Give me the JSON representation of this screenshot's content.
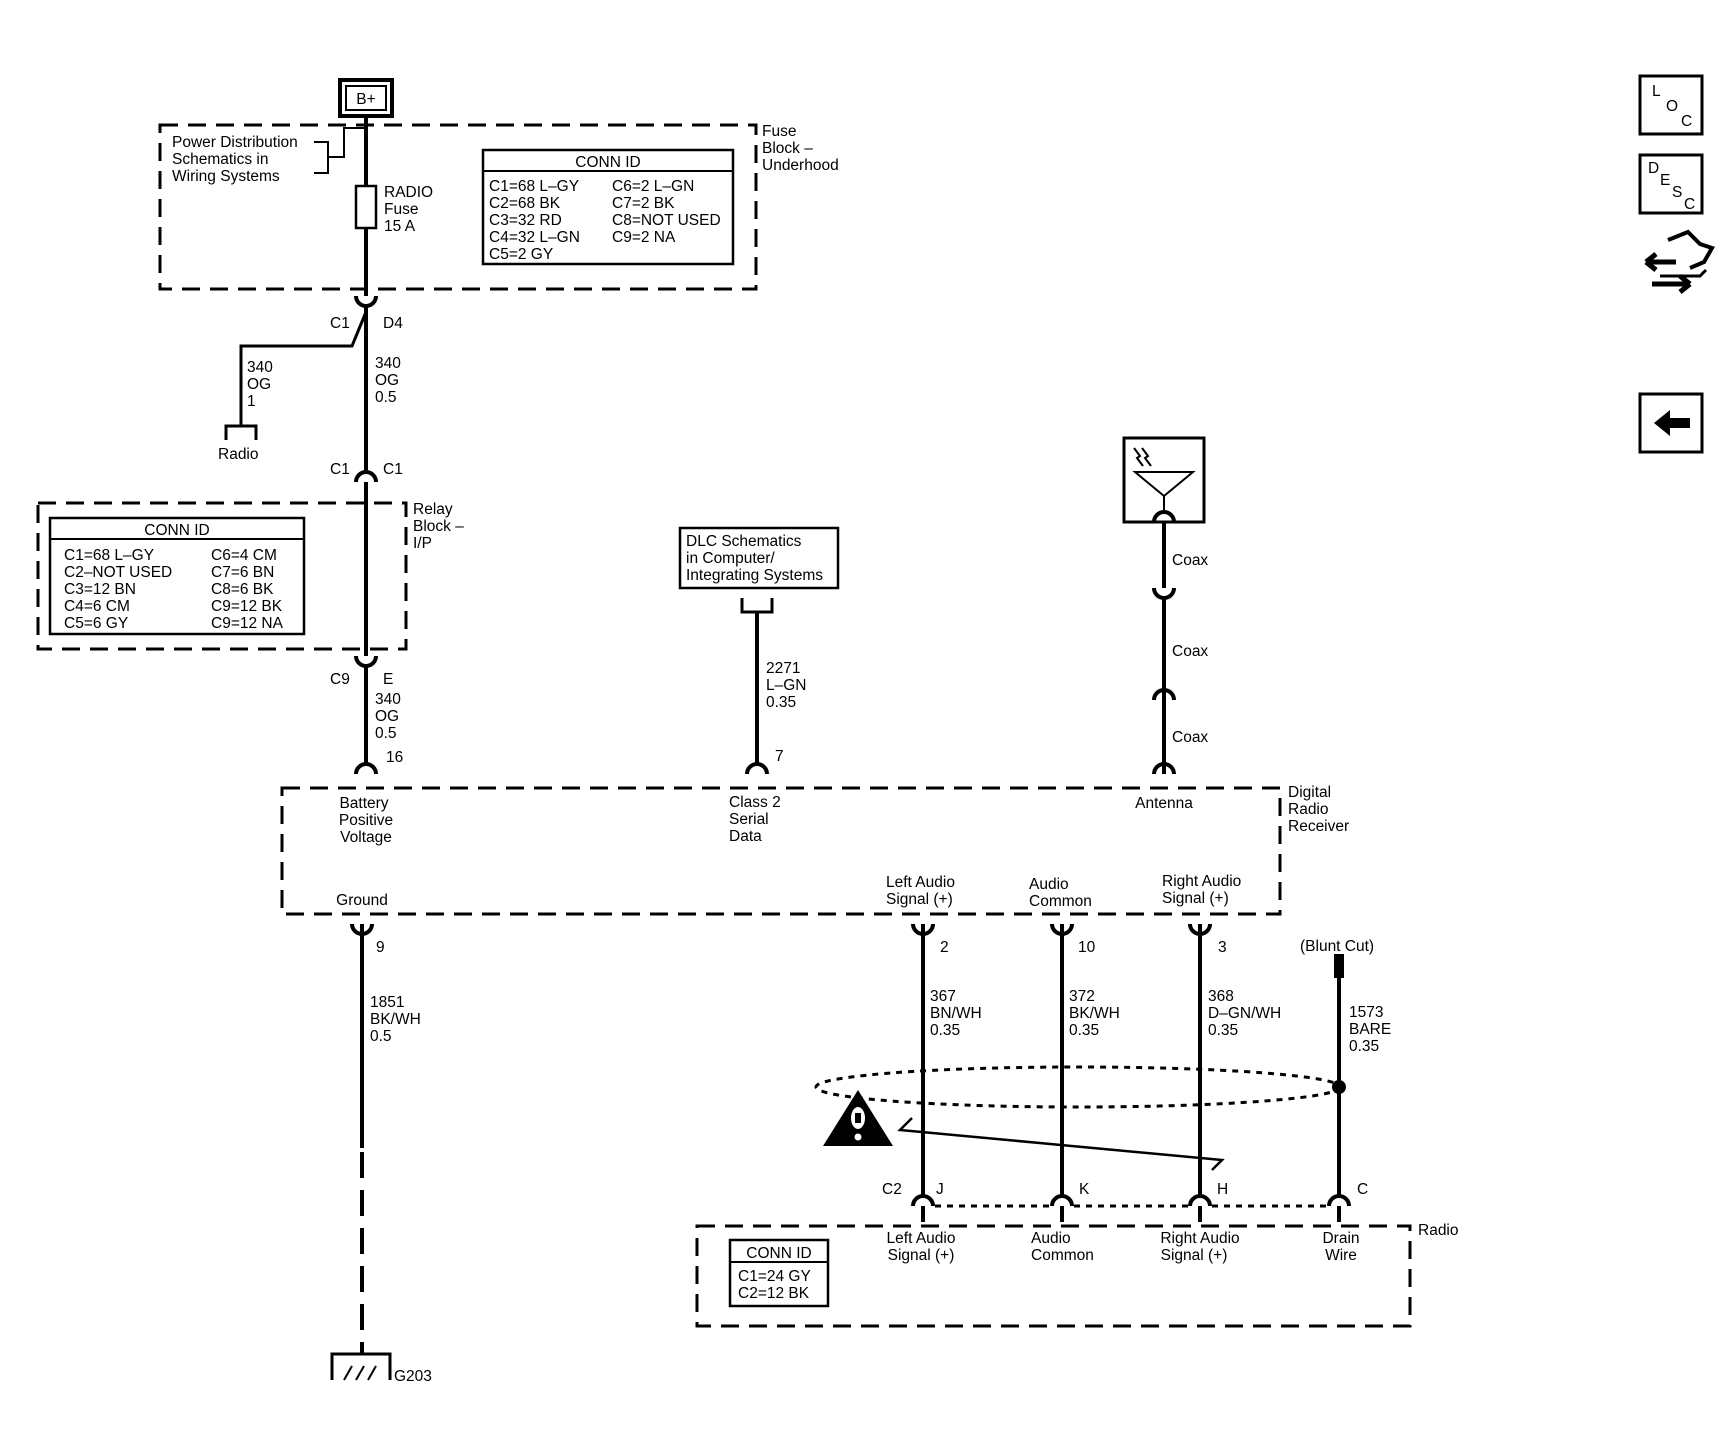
{
  "power_source": "B+",
  "fuse_block": {
    "label": [
      "Fuse",
      "Block –",
      "Underhood"
    ],
    "power_dist_ref": [
      "Power Distribution",
      "Schematics in",
      "Wiring Systems"
    ],
    "fuse": [
      "RADIO",
      "Fuse",
      "15 A"
    ],
    "conn_id_title": "CONN ID",
    "conn_id_left": [
      "C1=68 L–GY",
      "C2=68 BK",
      "C3=32 RD",
      "C4=32 L–GN",
      "C5=2 GY"
    ],
    "conn_id_right": [
      "C6=2 L–GN",
      "C7=2 BK",
      "C8=NOT USED",
      "C9=2 NA"
    ]
  },
  "connector_c1_d4": {
    "left": "C1",
    "right": "D4"
  },
  "wire_radio_branch": [
    "340",
    "OG",
    "1"
  ],
  "radio_branch_label": "Radio",
  "wire_main_top": [
    "340",
    "OG",
    "0.5"
  ],
  "connector_relay_top": {
    "left": "C1",
    "right": "C1"
  },
  "relay_block": {
    "label": [
      "Relay",
      "Block –",
      "I/P"
    ],
    "conn_id_title": "CONN ID",
    "conn_id_left": [
      "C1=68 L–GY",
      "C2–NOT USED",
      "C3=12 BN",
      "C4=6 CM",
      "C5=6 GY"
    ],
    "conn_id_right": [
      "C6=4 CM",
      "C7=6 BN",
      "C8=6 BK",
      "C9=12 BK",
      "C9=12 NA"
    ]
  },
  "connector_relay_bottom": {
    "left": "C9",
    "right": "E"
  },
  "wire_main_bottom": [
    "340",
    "OG",
    "0.5"
  ],
  "pin_battery": "16",
  "dlc_ref": [
    "DLC Schematics",
    "in Computer/",
    "Integrating Systems"
  ],
  "wire_dlc": [
    "2271",
    "L–GN",
    "0.35"
  ],
  "pin_class2": "7",
  "coax_labels": [
    "Coax",
    "Coax",
    "Coax"
  ],
  "digital_radio_receiver": {
    "label": [
      "Digital",
      "Radio",
      "Receiver"
    ],
    "battery_terminal": [
      "Battery",
      "Positive",
      "Voltage"
    ],
    "class2_terminal": [
      "Class 2",
      "Serial",
      "Data"
    ],
    "antenna_terminal": "Antenna",
    "ground_terminal": "Ground",
    "left_audio": [
      "Left Audio",
      "Signal (+)"
    ],
    "audio_common": [
      "Audio",
      "Common"
    ],
    "right_audio": [
      "Right Audio",
      "Signal (+)"
    ]
  },
  "pins_receiver_bottom": {
    "ground": "9",
    "left": "2",
    "common": "10",
    "right": "3"
  },
  "wire_ground": [
    "1851",
    "BK/WH",
    "0.5"
  ],
  "wire_left": [
    "367",
    "BN/WH",
    "0.35"
  ],
  "wire_common": [
    "372",
    "BK/WH",
    "0.35"
  ],
  "wire_right": [
    "368",
    "D–GN/WH",
    "0.35"
  ],
  "blunt_cut": "(Blunt Cut)",
  "wire_drain": [
    "1573",
    "BARE",
    "0.35"
  ],
  "radio_connector_letters": {
    "conn": "C2",
    "left": "J",
    "common": "K",
    "right": "H",
    "drain": "C"
  },
  "radio": {
    "label": "Radio",
    "conn_id_title": "CONN ID",
    "conn_id": [
      "C1=24 GY",
      "C2=12 BK"
    ],
    "left_audio": [
      "Left Audio",
      "Signal (+)"
    ],
    "audio_common": [
      "Audio",
      "Common"
    ],
    "right_audio": [
      "Right Audio",
      "Signal (+)"
    ],
    "drain": [
      "Drain",
      "Wire"
    ]
  },
  "ground_id": "G203",
  "nav": {
    "loc": [
      "L",
      "O",
      "C"
    ],
    "desc": [
      "D",
      "E",
      "S",
      "C"
    ]
  }
}
